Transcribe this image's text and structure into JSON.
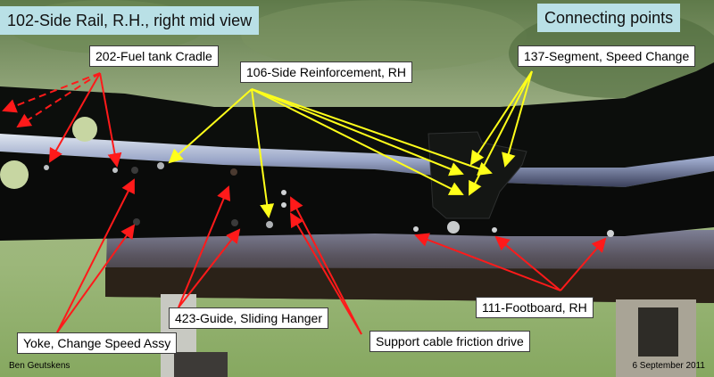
{
  "title": "102-Side Rail, R.H., right mid view",
  "subtitle": "Connecting points",
  "callouts": {
    "fuel_tank_cradle": "202-Fuel tank Cradle",
    "side_reinforcement": "106-Side Reinforcement, RH",
    "segment_speed_change": "137-Segment, Speed Change",
    "guide_sliding_hanger": "423-Guide, Sliding Hanger",
    "footboard": "111-Footboard, RH",
    "yoke_change_speed": "Yoke, Change Speed Assy",
    "support_cable": "Support cable friction drive"
  },
  "credits": {
    "author": "Ben Geutskens",
    "date": "6 September 2011"
  },
  "colors": {
    "title_bg": "#b9e0e6",
    "arrow_red": "#ff1a1a",
    "arrow_yellow": "#ffff1a",
    "rail": "#0b0d0c",
    "background_green": "#8fae6e"
  }
}
